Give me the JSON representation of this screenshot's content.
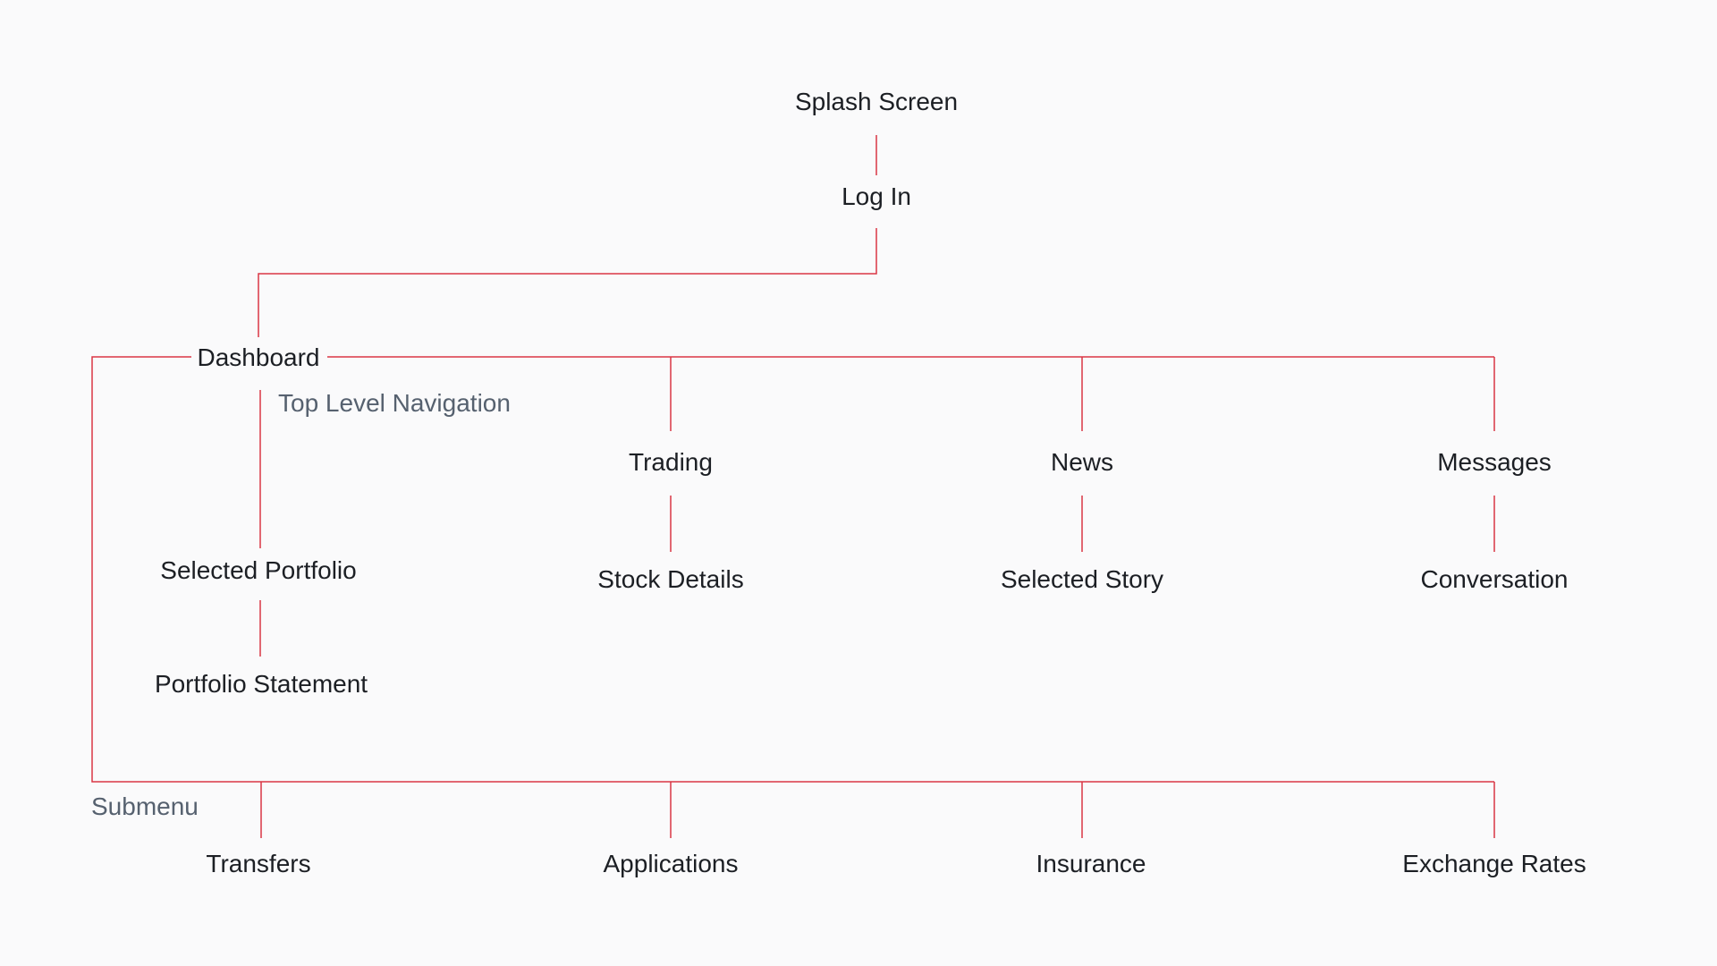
{
  "diagram": {
    "line_color": "#d93645",
    "text_color": "#1c1f24",
    "label_color": "#56616f",
    "background": "#fafafb",
    "nodes": {
      "splash_screen": "Splash Screen",
      "log_in": "Log In",
      "dashboard": "Dashboard",
      "trading": "Trading",
      "news": "News",
      "messages": "Messages",
      "selected_portfolio": "Selected Portfolio",
      "portfolio_statement": "Portfolio Statement",
      "stock_details": "Stock Details",
      "selected_story": "Selected Story",
      "conversation": "Conversation",
      "transfers": "Transfers",
      "applications": "Applications",
      "insurance": "Insurance",
      "exchange_rates": "Exchange Rates"
    },
    "section_labels": {
      "top_level_navigation": "Top Level Navigation",
      "submenu": "Submenu"
    }
  }
}
